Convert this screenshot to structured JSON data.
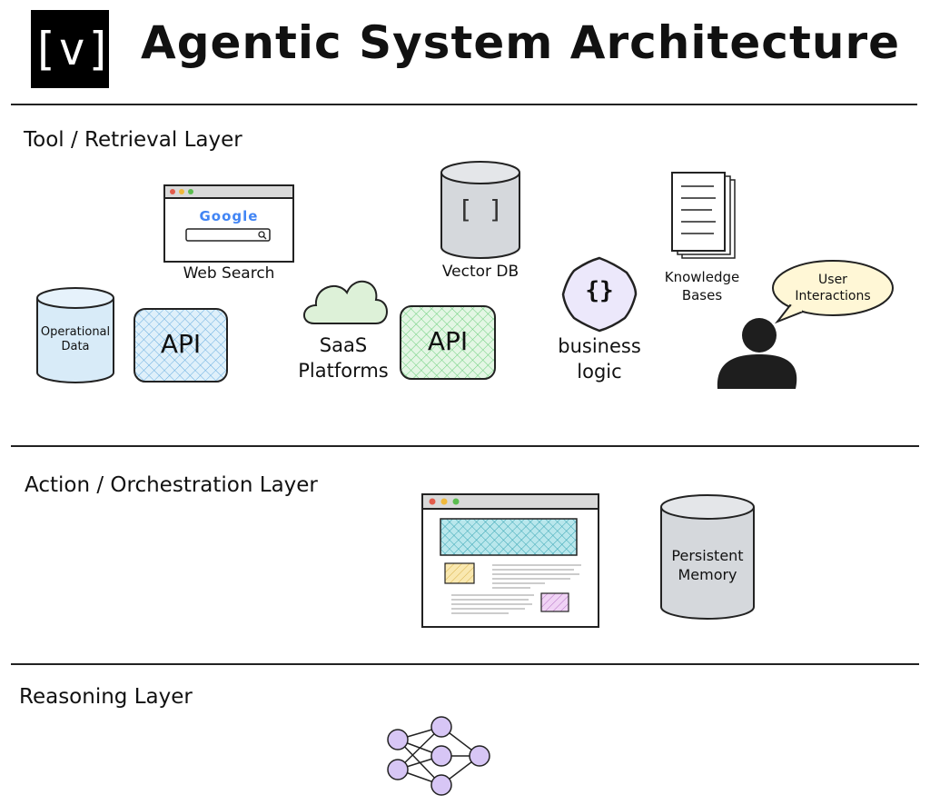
{
  "logo": {
    "text": "[v]"
  },
  "header": {
    "title": "Agentic System Architecture"
  },
  "tool_layer": {
    "title": "Tool / Retrieval Layer",
    "web_search": {
      "brand": "Google",
      "label": "Web Search"
    },
    "vector_db": {
      "glyph": "[ ]",
      "label": "Vector DB"
    },
    "knowledge_bases": {
      "label_line1": "Knowledge",
      "label_line2": "Bases"
    },
    "operational_data": {
      "label_line1": "Operational",
      "label_line2": "Data"
    },
    "api_blue": {
      "label": "API"
    },
    "saas": {
      "label_line1": "SaaS",
      "label_line2": "Platforms"
    },
    "api_green": {
      "label": "API"
    },
    "business_logic": {
      "glyph": "{}",
      "label_line1": "business",
      "label_line2": "logic"
    },
    "user": {
      "bubble_line1": "User",
      "bubble_line2": "Interactions"
    }
  },
  "action_layer": {
    "title": "Action / Orchestration Layer",
    "persistent_memory": {
      "label_line1": "Persistent",
      "label_line2": "Memory"
    }
  },
  "reasoning_layer": {
    "title": "Reasoning Layer"
  },
  "colors": {
    "ink": "#111111",
    "api_blue_fill": "#cfe6f5",
    "api_green_fill": "#d4f0d6",
    "cloud_green": "#ddf1d8",
    "db_gray": "#d5d8dc",
    "bubble_cream": "#fff7d6",
    "neural_purple": "#d7c6f5",
    "doc_banner_teal": "#9fdbe3",
    "doc_yellow": "#f6e1a0",
    "doc_pink": "#e6c3ef"
  }
}
